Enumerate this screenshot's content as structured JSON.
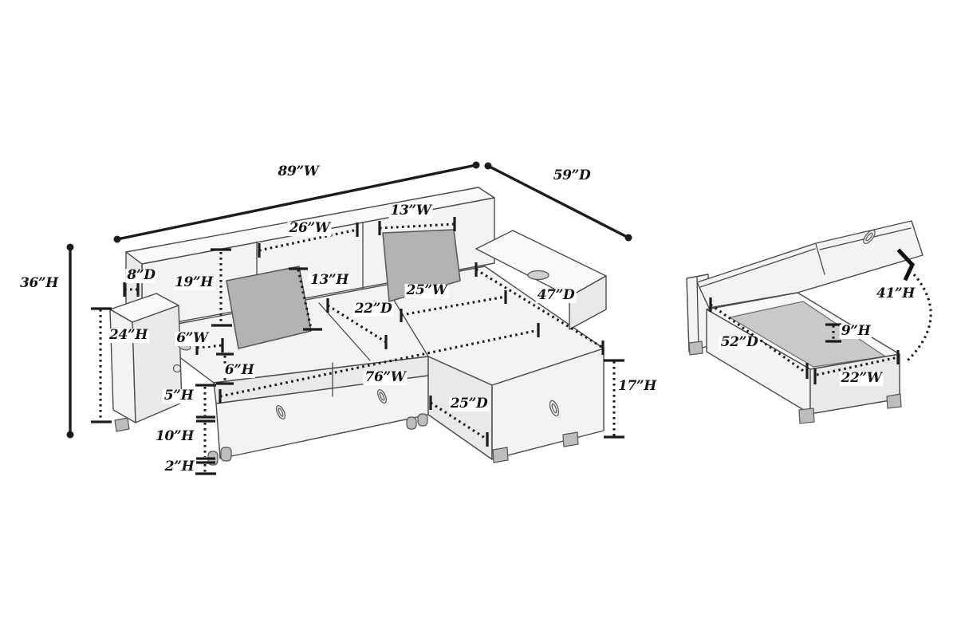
{
  "labels": {
    "w89": "89”W",
    "d59": "59”D",
    "h36": "36”H",
    "w26": "26”W",
    "w13": "13”W",
    "d8": "8”D",
    "h19": "19”H",
    "h13": "13”H",
    "w25": "25”W",
    "d47": "47”D",
    "h24": "24”H",
    "w6": "6”W",
    "d22": "22”D",
    "h6": "6”H",
    "h5": "5”H",
    "w76": "76”W",
    "h10": "10”H",
    "h2": "2”H",
    "d25": "25”D",
    "h17": "17”H",
    "h41": "41”H",
    "h9": "9”H",
    "d52": "52”D",
    "w22": "22”W"
  },
  "colors": {
    "background": "#ffffff",
    "line": "#1c1c1c",
    "art_line": "#4a4a4a",
    "body_fill": "#f3f3f3",
    "pillow_fill": "#b2b2b2",
    "floor_fill": "#c9c9c9",
    "foot_fill": "#bdbdbd"
  }
}
